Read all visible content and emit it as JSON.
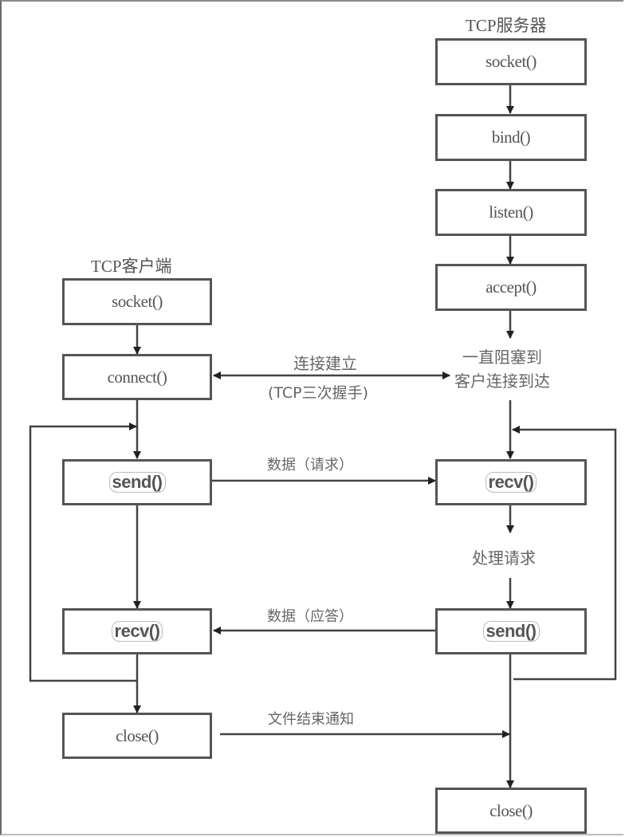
{
  "diagram": {
    "client": {
      "title": "TCP客户端",
      "steps": [
        "socket()",
        "connect()",
        "send()",
        "recv()",
        "close()"
      ]
    },
    "server": {
      "title": "TCP服务器",
      "steps": [
        "socket()",
        "bind()",
        "listen()",
        "accept()",
        "recv()",
        "send()",
        "close()"
      ],
      "blocking_note": [
        "一直阻塞到",
        "客户连接到达"
      ],
      "process_note": "处理请求"
    },
    "messages": {
      "connect_top": "连接建立",
      "connect_bottom": "(TCP三次握手)",
      "request": "数据（请求）",
      "response": "数据（应答）",
      "eof": "文件结束通知"
    }
  }
}
